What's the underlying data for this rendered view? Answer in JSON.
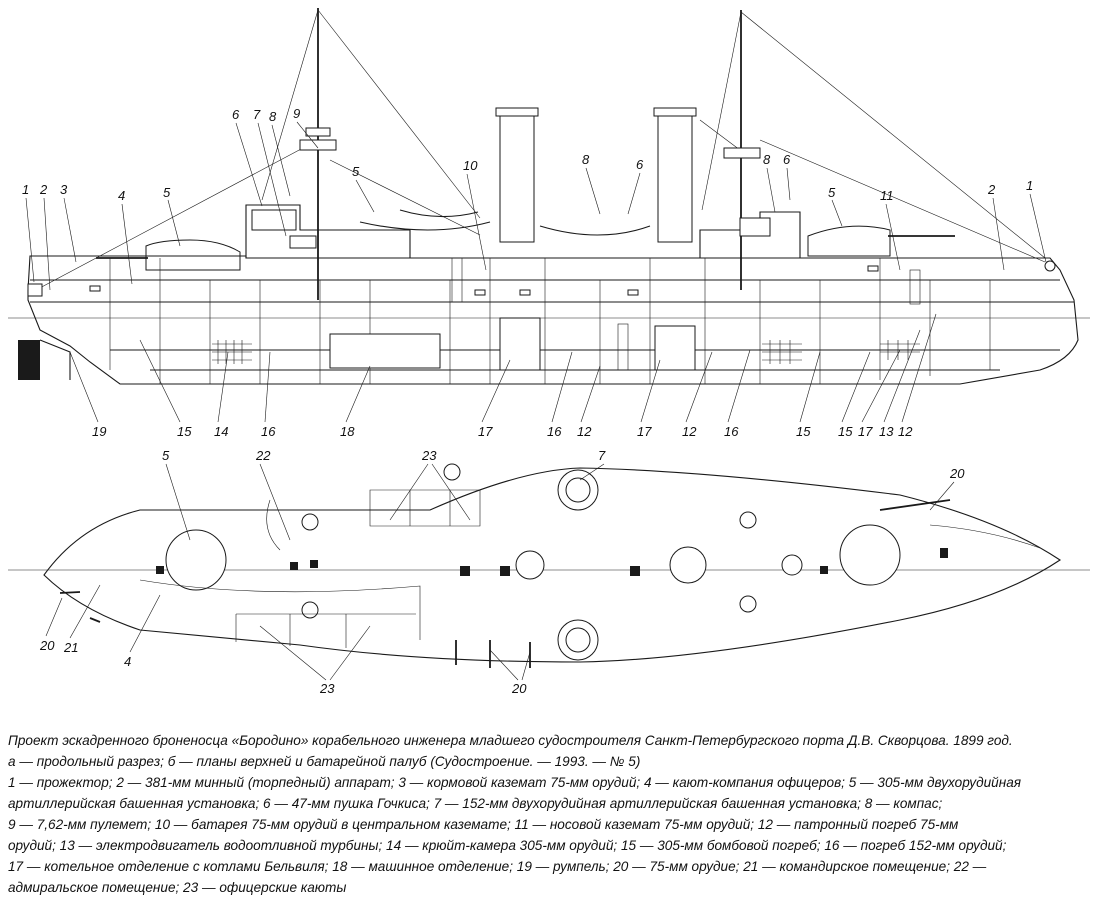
{
  "labels": {
    "top": {
      "l1a": "1",
      "l2a": "2",
      "l3": "3",
      "l4a": "4",
      "l5a": "5",
      "l6a": "6",
      "l7a": "7",
      "l8a": "8",
      "l9": "9",
      "l10": "10",
      "l5b": "5",
      "l8b": "8",
      "l6b": "6",
      "l8c": "8",
      "l6c": "6",
      "l5c": "5",
      "l11": "11",
      "l2b": "2",
      "l1b": "1",
      "l19": "19",
      "l15a": "15",
      "l14": "14",
      "l16a": "16",
      "l18": "18",
      "l17a": "17",
      "l16b": "16",
      "l12a": "12",
      "l17b": "17",
      "l12b": "12",
      "l16c": "16",
      "l15b": "15",
      "l15c": "15",
      "l17c": "17",
      "l13": "13",
      "l12c": "12"
    },
    "plan": {
      "l5": "5",
      "l22": "22",
      "l23a": "23",
      "l7": "7",
      "l20a": "20",
      "l20b": "20",
      "l21": "21",
      "l4": "4",
      "l23b": "23",
      "l20c": "20"
    }
  },
  "caption": {
    "title": "Проект эскадренного броненосца «Бородино» корабельного инженера младшего судостроителя Санкт-Петербургского порта Д.В. Скворцова. 1899 год.",
    "line2": "а — продольный разрез; б — планы верхней и батарейной палуб (Судостроение. — 1993. — № 5)",
    "line3": "1 — прожектор; 2 — 381-мм минный (торпедный) аппарат; 3 — кормовой каземат 75-мм орудий; 4 — кают-компания офицеров; 5 — 305-мм двухорудийная",
    "line4": "артиллерийская башенная установка; 6 — 47-мм пушка Гочкиса; 7 — 152-мм двухорудийная артиллерийская башенная установка; 8 — компас;",
    "line5": "9 — 7,62-мм пулемет; 10 — батарея 75-мм орудий в центральном каземате; 11 — носовой каземат 75-мм орудий; 12 — патронный погреб 75-мм",
    "line6": "орудий; 13 — электродвигатель водоотливной турбины; 14 — крюйт-камера 305-мм орудий; 15 — 305-мм бомбовой погреб; 16 — погреб 152-мм орудий;",
    "line7": "17 — котельное отделение с котлами Бельвиля; 18 — машинное отделение; 19 — румпель; 20 — 75-мм орудие; 21 — командирское помещение; 22 —",
    "line8": "адмиральское помещение; 23 — офицерские каюты"
  }
}
